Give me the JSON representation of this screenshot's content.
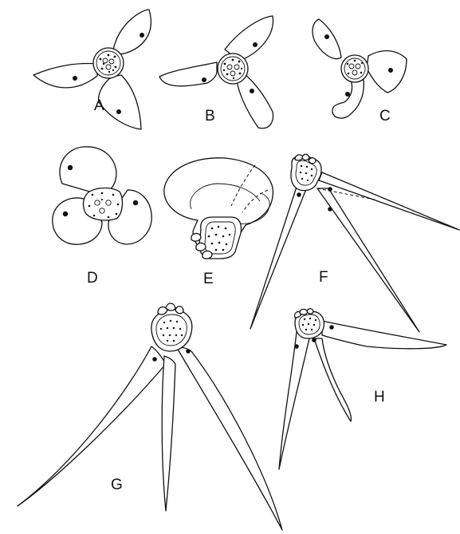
{
  "figure": {
    "panels": [
      {
        "id": "A",
        "label": "A"
      },
      {
        "id": "B",
        "label": "B"
      },
      {
        "id": "C",
        "label": "C"
      },
      {
        "id": "D",
        "label": "D"
      },
      {
        "id": "E",
        "label": "E"
      },
      {
        "id": "F",
        "label": "F"
      },
      {
        "id": "G",
        "label": "G"
      },
      {
        "id": "H",
        "label": "H"
      }
    ],
    "colors": {
      "ink": "#111111",
      "paper": "#ffffff"
    }
  }
}
